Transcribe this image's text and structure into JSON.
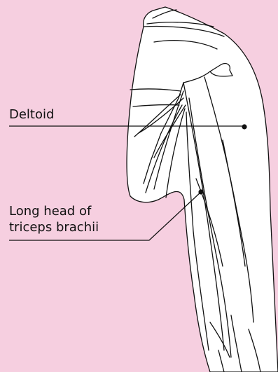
{
  "labels": {
    "deltoid": "Deltoid",
    "triceps_line1": "Long head of",
    "triceps_line2": "triceps brachii"
  },
  "colors": {
    "background": "#f6cfe0",
    "muscle_fill": "#ffffff",
    "outline": "#111111"
  }
}
